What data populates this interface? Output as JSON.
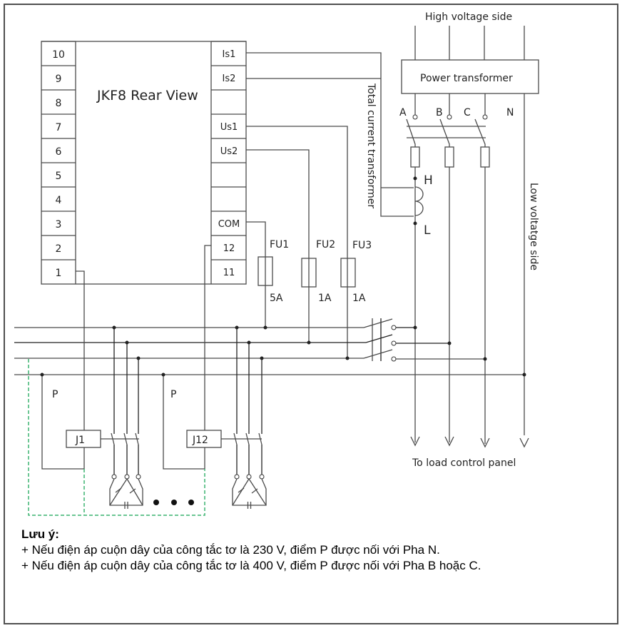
{
  "diagram": {
    "device_title": "JKF8 Rear View",
    "left_terminals": [
      "10",
      "9",
      "8",
      "7",
      "6",
      "5",
      "4",
      "3",
      "2",
      "1"
    ],
    "right_terminals": [
      "Is1",
      "Is2",
      "",
      "Us1",
      "Us2",
      "",
      "",
      "COM",
      "12",
      "11"
    ],
    "high_voltage_label": "High voltage side",
    "power_transformer_label": "Power transformer",
    "phase_labels": [
      "A",
      "B",
      "C",
      "N"
    ],
    "ct_label": "Total current transformer",
    "ct_terminals": [
      "H",
      "L"
    ],
    "low_voltage_label": "Low  voltatge side",
    "fuses": [
      {
        "name": "FU1",
        "rating": "5A"
      },
      {
        "name": "FU2",
        "rating": "1A"
      },
      {
        "name": "FU3",
        "rating": "1A"
      }
    ],
    "contactors": [
      "J1",
      "J12"
    ],
    "p_labels": [
      "P",
      "P"
    ],
    "load_label": "To load control panel"
  },
  "notes": {
    "title": "Lưu ý:",
    "lines": [
      "+ Nếu điện áp cuộn dây của công tắc tơ là 230 V, điểm P được nối với Pha N.",
      "+ Nếu điện áp cuộn dây của công tắc tơ là 400 V, điểm P được nối với Pha B hoặc C."
    ]
  }
}
